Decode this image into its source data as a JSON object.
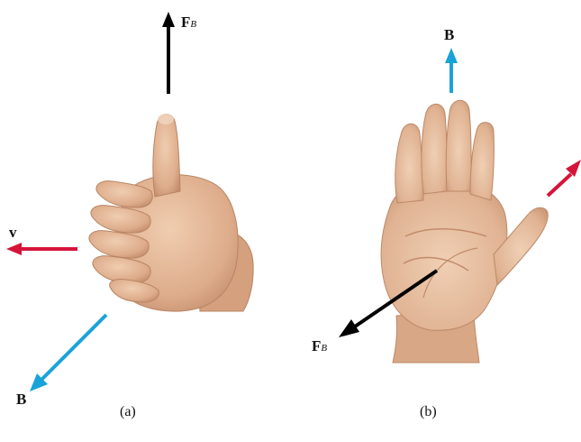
{
  "panel_a": {
    "caption": "(a)",
    "labels": {
      "force": "F",
      "force_sub": "B",
      "velocity": "v",
      "field": "B"
    },
    "colors": {
      "force": "#000000",
      "velocity": "#d6143a",
      "field": "#1aa3d9"
    }
  },
  "panel_b": {
    "caption": "(b)",
    "labels": {
      "field": "B",
      "force": "F",
      "force_sub": "B"
    },
    "colors": {
      "force": "#000000",
      "velocity": "#d6143a",
      "field": "#1aa3d9"
    }
  },
  "skin": {
    "light": "#e9c3a2",
    "mid": "#d9a684",
    "shadow": "#b98463"
  }
}
